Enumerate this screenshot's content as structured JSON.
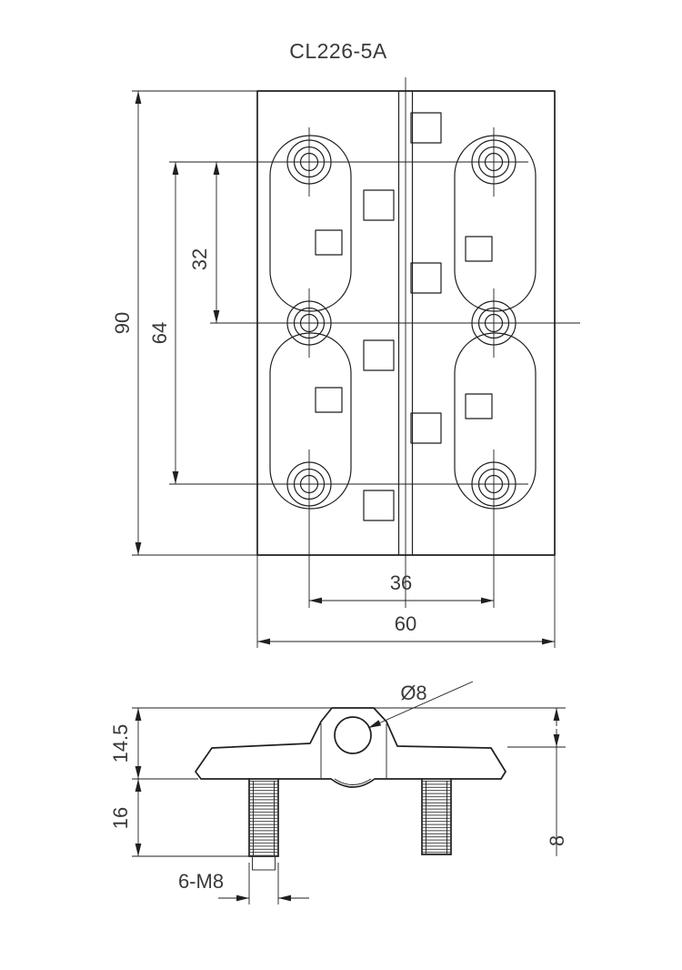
{
  "drawing": {
    "title": "CL226-5A",
    "labels": {
      "overall_height": "90",
      "pitch_outer": "64",
      "pitch_inner": "32",
      "hole_span": "36",
      "overall_width": "60",
      "pin_dia": "Ø8",
      "leaf_height": "14.5",
      "stud_length": "16",
      "stud_thread": "6-M8",
      "knuckle_height": "8"
    }
  }
}
